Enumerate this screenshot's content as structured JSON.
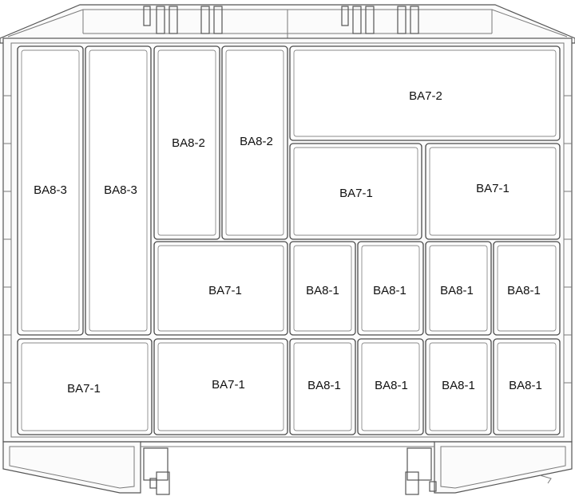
{
  "compartments": [
    {
      "id": "c1",
      "label": "BA8-3"
    },
    {
      "id": "c2",
      "label": "BA8-3"
    },
    {
      "id": "c3",
      "label": "BA8-2"
    },
    {
      "id": "c4",
      "label": "BA8-2"
    },
    {
      "id": "c5",
      "label": "BA7-2"
    },
    {
      "id": "c6",
      "label": "BA7-1"
    },
    {
      "id": "c7",
      "label": "BA7-1"
    },
    {
      "id": "c8",
      "label": "BA7-1"
    },
    {
      "id": "c9",
      "label": "BA8-1"
    },
    {
      "id": "c10",
      "label": "BA8-1"
    },
    {
      "id": "c11",
      "label": "BA8-1"
    },
    {
      "id": "c12",
      "label": "BA8-1"
    },
    {
      "id": "c13",
      "label": "BA7-1"
    },
    {
      "id": "c14",
      "label": "BA7-1"
    },
    {
      "id": "c15",
      "label": "BA8-1"
    },
    {
      "id": "c16",
      "label": "BA8-1"
    },
    {
      "id": "c17",
      "label": "BA8-1"
    },
    {
      "id": "c18",
      "label": "BA8-1"
    }
  ]
}
